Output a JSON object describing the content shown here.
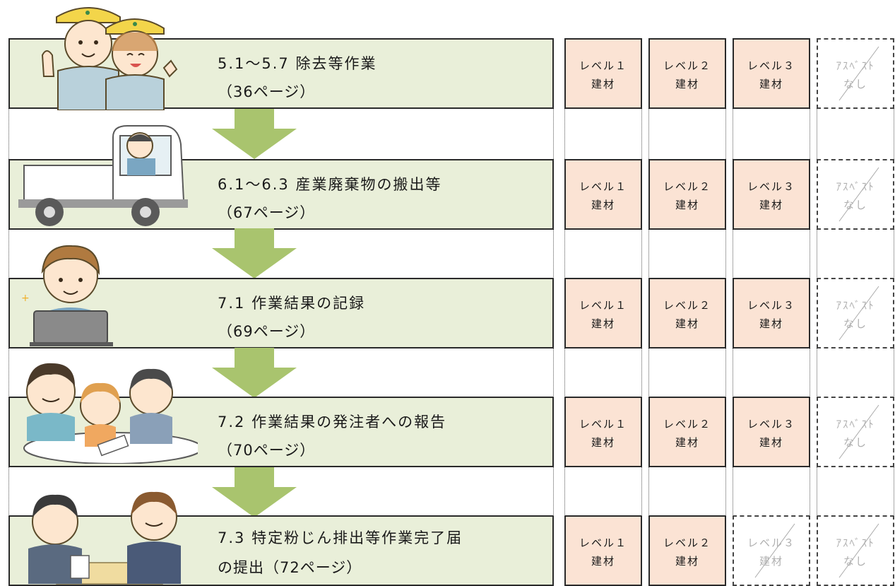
{
  "steps": [
    {
      "title": "5.1～5.7 除去等作業",
      "page": "（36ページ）",
      "illustration": "workers-hardhats",
      "levels": [
        {
          "l1": "レベル１",
          "l2": "建材",
          "active": true
        },
        {
          "l1": "レベル２",
          "l2": "建材",
          "active": true
        },
        {
          "l1": "レベル３",
          "l2": "建材",
          "active": true
        },
        {
          "l1": "ｱｽﾍﾞｽﾄ",
          "l2": "なし",
          "active": false
        }
      ]
    },
    {
      "title": "6.1～6.3 産業廃棄物の搬出等",
      "page": "（67ページ）",
      "illustration": "truck-driver",
      "levels": [
        {
          "l1": "レベル１",
          "l2": "建材",
          "active": true
        },
        {
          "l1": "レベル２",
          "l2": "建材",
          "active": true
        },
        {
          "l1": "レベル３",
          "l2": "建材",
          "active": true
        },
        {
          "l1": "ｱｽﾍﾞｽﾄ",
          "l2": "なし",
          "active": false
        }
      ]
    },
    {
      "title": "7.1 作業結果の記録",
      "page": "（69ページ）",
      "illustration": "person-laptop",
      "levels": [
        {
          "l1": "レベル１",
          "l2": "建材",
          "active": true
        },
        {
          "l1": "レベル２",
          "l2": "建材",
          "active": true
        },
        {
          "l1": "レベル３",
          "l2": "建材",
          "active": true
        },
        {
          "l1": "ｱｽﾍﾞｽﾄ",
          "l2": "なし",
          "active": false
        }
      ]
    },
    {
      "title": "7.2 作業結果の発注者への報告",
      "page": "（70ページ）",
      "illustration": "meeting-three-people",
      "levels": [
        {
          "l1": "レベル１",
          "l2": "建材",
          "active": true
        },
        {
          "l1": "レベル２",
          "l2": "建材",
          "active": true
        },
        {
          "l1": "レベル３",
          "l2": "建材",
          "active": true
        },
        {
          "l1": "ｱｽﾍﾞｽﾄ",
          "l2": "なし",
          "active": false
        }
      ]
    },
    {
      "title": "7.3 特定粉じん排出等作業完了届",
      "page": "の提出（72ページ）",
      "illustration": "two-businessmen",
      "levels": [
        {
          "l1": "レベル１",
          "l2": "建材",
          "active": true
        },
        {
          "l1": "レベル２",
          "l2": "建材",
          "active": true
        },
        {
          "l1": "レベル３",
          "l2": "建材",
          "active": false
        },
        {
          "l1": "ｱｽﾍﾞｽﾄ",
          "l2": "なし",
          "active": false
        }
      ]
    }
  ],
  "colors": {
    "band": "#e9efd9",
    "arrow": "#a9c46e",
    "active_cell": "#fbe3d4",
    "border": "#2a2a2a"
  }
}
